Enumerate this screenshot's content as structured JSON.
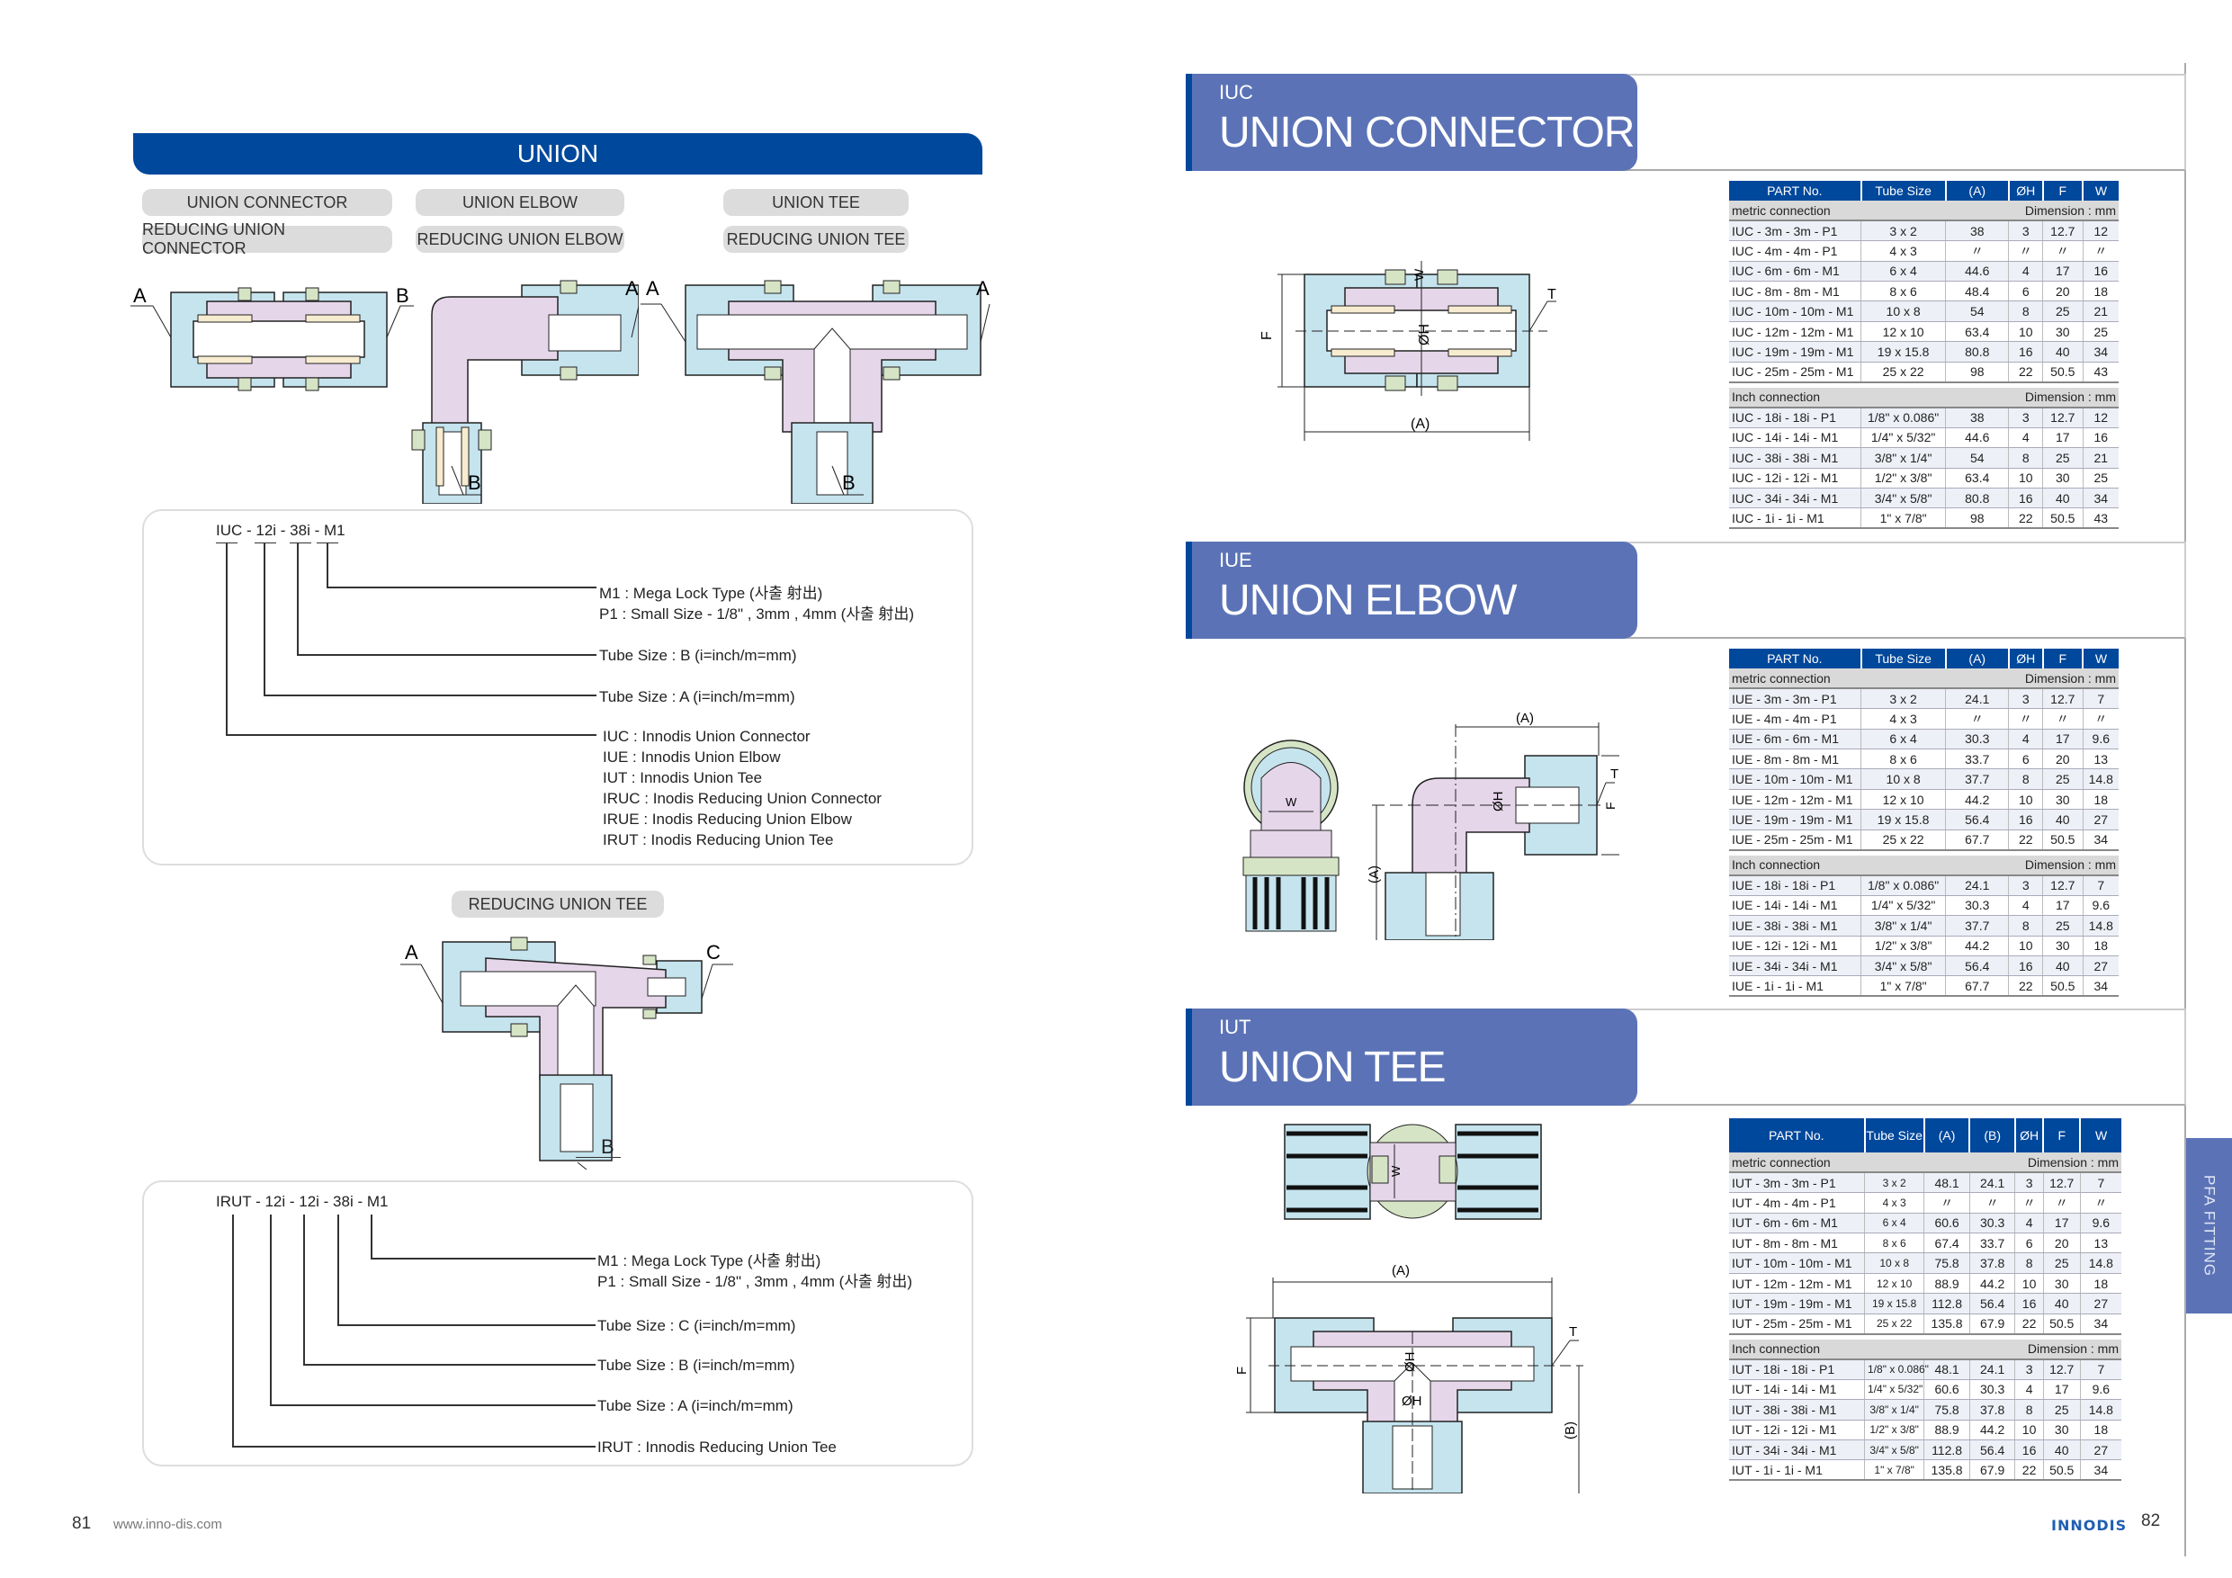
{
  "left_page": {
    "band_title": "UNION",
    "pills": {
      "union_connector": "UNION CONNECTOR",
      "union_elbow": "UNION ELBOW",
      "union_tee": "UNION TEE",
      "reducing_union_connector": "REDUCING UNION CONNECTOR",
      "reducing_union_elbow": "REDUCING UNION ELBOW",
      "reducing_union_tee": "REDUCING UNION TEE"
    },
    "drawing_labels": {
      "a": "A",
      "b": "B",
      "c": "C"
    },
    "code1": {
      "code": "IUC - 12i - 38i - M1",
      "m1": "M1 : Mega Lock Type (사출 射出)",
      "p1": "P1 : Small Size - 1/8\" , 3mm , 4mm (사출 射出)",
      "tube_b": "Tube Size : B (i=inch/m=mm)",
      "tube_a": "Tube Size : A (i=inch/m=mm)",
      "types": [
        "IUC : Innodis Union Connector",
        "IUE : Innodis Union Elbow",
        "IUT : Innodis Union Tee",
        "IRUC : Inodis Reducing Union Connector",
        "IRUE : Inodis Reducing Union Elbow",
        "IRUT : Inodis Reducing Union Tee"
      ]
    },
    "reducing_tee_pill": "REDUCING UNION TEE",
    "code2": {
      "code": "IRUT - 12i - 12i - 38i - M1",
      "m1": "M1 : Mega Lock Type (사출 射出)",
      "p1": "P1 : Small Size - 1/8\" , 3mm , 4mm (사출 射出)",
      "tube_c": "Tube Size : C (i=inch/m=mm)",
      "tube_b": "Tube Size : B (i=inch/m=mm)",
      "tube_a": "Tube Size : A (i=inch/m=mm)",
      "type": "IRUT : Innodis Reducing Union Tee"
    },
    "footer": {
      "page": "81",
      "url": "www.inno-dis.com"
    }
  },
  "right_page": {
    "sections": [
      {
        "code": "IUC",
        "name": "UNION CONNECTOR"
      },
      {
        "code": "IUE",
        "name": "UNION ELBOW"
      },
      {
        "code": "IUT",
        "name": "UNION TEE"
      }
    ],
    "dim_labels": {
      "a": "(A)",
      "b": "(B)",
      "f": "F",
      "w": "W",
      "h": "ØH",
      "t": "T"
    },
    "metric_label": "metric connection",
    "inch_label": "Inch connection",
    "dimension_label": "Dimension : mm",
    "tables": {
      "iuc": {
        "headers": [
          "PART No.",
          "Tube Size",
          "(A)",
          "ØH",
          "F",
          "W"
        ],
        "metric": [
          [
            "IUC - 3m - 3m - P1",
            "3 x 2",
            "38",
            "3",
            "12.7",
            "12"
          ],
          [
            "IUC - 4m - 4m - P1",
            "4 x 3",
            "〃",
            "〃",
            "〃",
            "〃"
          ],
          [
            "IUC - 6m - 6m - M1",
            "6 x 4",
            "44.6",
            "4",
            "17",
            "16"
          ],
          [
            "IUC - 8m - 8m - M1",
            "8 x 6",
            "48.4",
            "6",
            "20",
            "18"
          ],
          [
            "IUC - 10m - 10m - M1",
            "10 x 8",
            "54",
            "8",
            "25",
            "21"
          ],
          [
            "IUC - 12m - 12m - M1",
            "12 x 10",
            "63.4",
            "10",
            "30",
            "25"
          ],
          [
            "IUC - 19m - 19m - M1",
            "19 x 15.8",
            "80.8",
            "16",
            "40",
            "34"
          ],
          [
            "IUC - 25m - 25m - M1",
            "25 x 22",
            "98",
            "22",
            "50.5",
            "43"
          ]
        ],
        "inch": [
          [
            "IUC - 18i - 18i - P1",
            "1/8\" x 0.086\"",
            "38",
            "3",
            "12.7",
            "12"
          ],
          [
            "IUC - 14i - 14i - M1",
            "1/4\" x 5/32\"",
            "44.6",
            "4",
            "17",
            "16"
          ],
          [
            "IUC - 38i - 38i - M1",
            "3/8\" x 1/4\"",
            "54",
            "8",
            "25",
            "21"
          ],
          [
            "IUC - 12i - 12i - M1",
            "1/2\" x 3/8\"",
            "63.4",
            "10",
            "30",
            "25"
          ],
          [
            "IUC - 34i - 34i - M1",
            "3/4\" x 5/8\"",
            "80.8",
            "16",
            "40",
            "34"
          ],
          [
            "IUC - 1i - 1i - M1",
            "1\" x 7/8\"",
            "98",
            "22",
            "50.5",
            "43"
          ]
        ]
      },
      "iue": {
        "headers": [
          "PART No.",
          "Tube Size",
          "(A)",
          "ØH",
          "F",
          "W"
        ],
        "metric": [
          [
            "IUE - 3m - 3m - P1",
            "3 x 2",
            "24.1",
            "3",
            "12.7",
            "7"
          ],
          [
            "IUE - 4m - 4m - P1",
            "4 x 3",
            "〃",
            "〃",
            "〃",
            "〃"
          ],
          [
            "IUE - 6m - 6m - M1",
            "6 x 4",
            "30.3",
            "4",
            "17",
            "9.6"
          ],
          [
            "IUE - 8m - 8m - M1",
            "8 x 6",
            "33.7",
            "6",
            "20",
            "13"
          ],
          [
            "IUE - 10m - 10m - M1",
            "10 x 8",
            "37.7",
            "8",
            "25",
            "14.8"
          ],
          [
            "IUE - 12m - 12m - M1",
            "12 x 10",
            "44.2",
            "10",
            "30",
            "18"
          ],
          [
            "IUE - 19m - 19m - M1",
            "19 x 15.8",
            "56.4",
            "16",
            "40",
            "27"
          ],
          [
            "IUE - 25m - 25m - M1",
            "25 x 22",
            "67.7",
            "22",
            "50.5",
            "34"
          ]
        ],
        "inch": [
          [
            "IUE - 18i - 18i - P1",
            "1/8\" x 0.086\"",
            "24.1",
            "3",
            "12.7",
            "7"
          ],
          [
            "IUE - 14i - 14i - M1",
            "1/4\" x 5/32\"",
            "30.3",
            "4",
            "17",
            "9.6"
          ],
          [
            "IUE - 38i - 38i - M1",
            "3/8\" x 1/4\"",
            "37.7",
            "8",
            "25",
            "14.8"
          ],
          [
            "IUE - 12i - 12i - M1",
            "1/2\" x 3/8\"",
            "44.2",
            "10",
            "30",
            "18"
          ],
          [
            "IUE - 34i - 34i - M1",
            "3/4\" x 5/8\"",
            "56.4",
            "16",
            "40",
            "27"
          ],
          [
            "IUE - 1i - 1i - M1",
            "1\" x 7/8\"",
            "67.7",
            "22",
            "50.5",
            "34"
          ]
        ]
      },
      "iut": {
        "headers": [
          "PART No.",
          "Tube Size",
          "(A)",
          "(B)",
          "ØH",
          "F",
          "W"
        ],
        "metric": [
          [
            "IUT - 3m - 3m - P1",
            "3 x 2",
            "48.1",
            "24.1",
            "3",
            "12.7",
            "7"
          ],
          [
            "IUT - 4m - 4m - P1",
            "4 x 3",
            "〃",
            "〃",
            "〃",
            "〃",
            "〃"
          ],
          [
            "IUT - 6m - 6m - M1",
            "6 x 4",
            "60.6",
            "30.3",
            "4",
            "17",
            "9.6"
          ],
          [
            "IUT - 8m - 8m - M1",
            "8 x 6",
            "67.4",
            "33.7",
            "6",
            "20",
            "13"
          ],
          [
            "IUT - 10m - 10m - M1",
            "10 x 8",
            "75.8",
            "37.8",
            "8",
            "25",
            "14.8"
          ],
          [
            "IUT - 12m - 12m - M1",
            "12 x 10",
            "88.9",
            "44.2",
            "10",
            "30",
            "18"
          ],
          [
            "IUT - 19m - 19m - M1",
            "19 x 15.8",
            "112.8",
            "56.4",
            "16",
            "40",
            "27"
          ],
          [
            "IUT - 25m - 25m - M1",
            "25 x 22",
            "135.8",
            "67.9",
            "22",
            "50.5",
            "34"
          ]
        ],
        "inch": [
          [
            "IUT - 18i - 18i - P1",
            "1/8\" x 0.086\"",
            "48.1",
            "24.1",
            "3",
            "12.7",
            "7"
          ],
          [
            "IUT - 14i - 14i - M1",
            "1/4\" x 5/32\"",
            "60.6",
            "30.3",
            "4",
            "17",
            "9.6"
          ],
          [
            "IUT - 38i - 38i - M1",
            "3/8\" x 1/4\"",
            "75.8",
            "37.8",
            "8",
            "25",
            "14.8"
          ],
          [
            "IUT - 12i - 12i - M1",
            "1/2\" x 3/8\"",
            "88.9",
            "44.2",
            "10",
            "30",
            "18"
          ],
          [
            "IUT - 34i - 34i - M1",
            "3/4\" x 5/8\"",
            "112.8",
            "56.4",
            "16",
            "40",
            "27"
          ],
          [
            "IUT - 1i - 1i - M1",
            "1\" x 7/8\"",
            "135.8",
            "67.9",
            "22",
            "50.5",
            "34"
          ]
        ]
      }
    },
    "side_tab": "PFA FITTING",
    "footer": {
      "logo": "INNODIS",
      "page": "82"
    }
  },
  "colors": {
    "brand_blue": "#00489c",
    "section_blue": "#5b73b6",
    "body_light_blue": "#c5e4ee",
    "insert_lilac": "#e6d6ea",
    "nut_green": "#d6e4c6",
    "sleeve_cream": "#f7ecd0"
  }
}
